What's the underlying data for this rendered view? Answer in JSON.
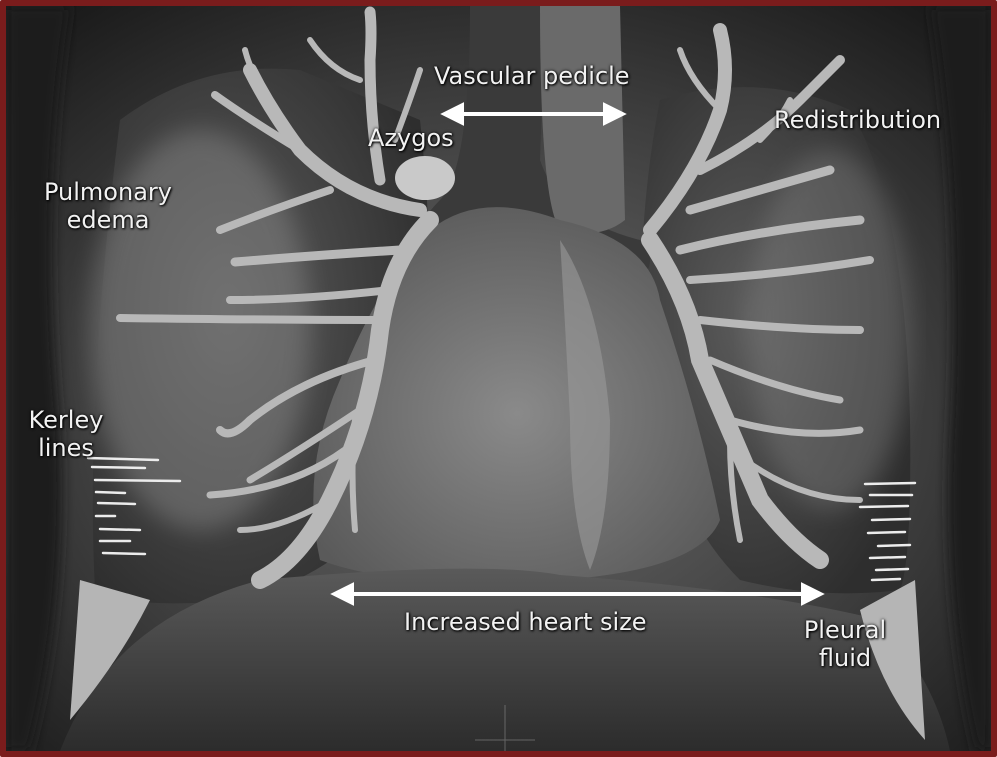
{
  "labels": {
    "vascular_pedicle": "Vascular pedicle",
    "azygos": "Azygos",
    "redistribution": "Redistribution",
    "pulmonary_edema_1": "Pulmonary",
    "pulmonary_edema_2": "edema",
    "kerley_1": "Kerley",
    "kerley_2": "lines",
    "heart_size": "Increased heart size",
    "pleural_1": "Pleural",
    "pleural_2": "fluid"
  },
  "colors": {
    "frame": "#7a1c1c",
    "vessel": "#b8b8b8",
    "label": "#f2f2f2",
    "arrow": "#ffffff"
  }
}
